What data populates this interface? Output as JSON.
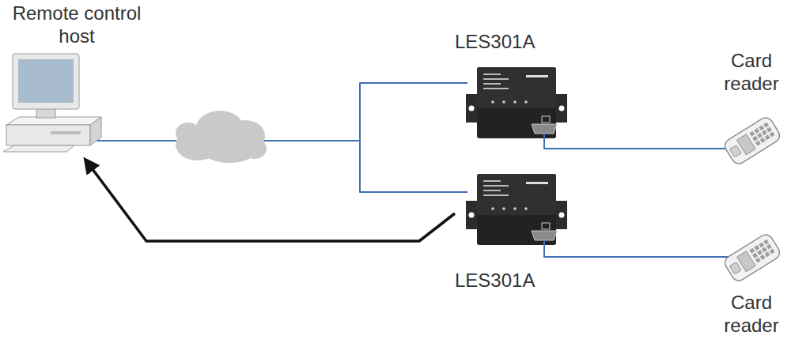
{
  "diagram": {
    "nodes": [
      {
        "text": [
          "Remote control host"
        ]
      },
      {
        "text": [
          "LES301A"
        ]
      },
      {
        "text": [
          "Card reader"
        ]
      },
      {
        "text": [
          "LES301A"
        ]
      },
      {
        "text": [
          "Card reader"
        ]
      }
    ],
    "edges": [
      {
        "from": 0,
        "to": 1,
        "arrow": "none"
      },
      {
        "from": 0,
        "to": 3,
        "arrow": "none"
      },
      {
        "from": 1,
        "to": 2,
        "arrow": "none"
      },
      {
        "from": 3,
        "to": 4,
        "arrow": "none"
      },
      {
        "from": 3,
        "to": 0,
        "arrow": "to"
      }
    ]
  }
}
